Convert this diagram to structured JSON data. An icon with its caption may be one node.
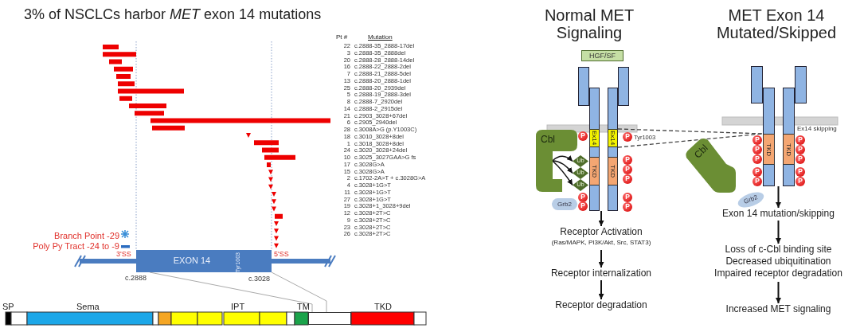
{
  "diagram": {
    "nodes": [
      {
        "text": [
          "HGF/SF"
        ]
      },
      {
        "text": [],
        "shape": "picture"
      },
      {
        "text": [
          "Ex14"
        ],
        "in": 1
      },
      {
        "text": [
          "Ex14"
        ],
        "in": 1
      },
      {
        "text": [
          "TKD"
        ],
        "in": 1
      },
      {
        "text": [
          "TKD"
        ],
        "in": 1
      },
      {
        "text": [
          "Cbl"
        ]
      },
      {
        "text": [
          "Ub"
        ]
      },
      {
        "text": [
          "Ub"
        ]
      },
      {
        "text": [
          "Ub"
        ]
      },
      {
        "text": [
          "Grb2"
        ]
      },
      {
        "text": [
          "P"
        ],
        "in": 1
      },
      {
        "text": [
          "P"
        ],
        "in": 1
      },
      {
        "text": [
          "P"
        ],
        "in": 1
      },
      {
        "text": [
          "P"
        ]
      },
      {
        "text": [
          "P"
        ]
      },
      {
        "text": [
          "P"
        ]
      },
      {
        "text": [
          "P"
        ]
      },
      {
        "text": [
          "P"
        ]
      },
      {
        "text": [
          "P"
        ]
      },
      {
        "text": [
          "Receptor Activation",
          "(Ras/MAPK, PI3K/Akt, Src, STAT3)"
        ]
      },
      {
        "text": [
          "Receptor internalization"
        ]
      },
      {
        "text": [
          "Receptor degradation"
        ]
      },
      {
        "text": [],
        "shape": "picture"
      },
      {
        "text": [
          "TKD"
        ],
        "in": 23
      },
      {
        "text": [
          "TKD"
        ],
        "in": 23
      },
      {
        "text": [
          "Cbl"
        ]
      },
      {
        "text": [
          "Grb2"
        ]
      },
      {
        "text": [
          "P"
        ],
        "in": 23
      },
      {
        "text": [
          "P"
        ],
        "in": 23
      },
      {
        "text": [
          "P"
        ],
        "in": 23
      },
      {
        "text": [
          "P"
        ],
        "in": 23
      },
      {
        "text": [
          "P"
        ],
        "in": 23
      },
      {
        "text": [
          "P"
        ],
        "in": 23
      },
      {
        "text": [
          "P"
        ],
        "in": 23
      },
      {
        "text": [
          "P"
        ],
        "in": 23
      },
      {
        "text": [
          "P"
        ],
        "in": 23
      },
      {
        "text": [
          "P"
        ],
        "in": 23
      },
      {
        "text": [
          "Exon 14 mutation/skipping"
        ]
      },
      {
        "text": [
          "Loss of c-Cbl binding site",
          "Decreased ubiquitination",
          "Impaired receptor degradation"
        ]
      },
      {
        "text": [
          "Increased MET signaling"
        ]
      },
      {
        "text": [
          "EXON 14",
          "Tyr1003"
        ],
        "beside": [
          "3'SS",
          "5'SS",
          "c.2888",
          "c.3028"
        ]
      },
      {
        "text": [],
        "shape": "bar"
      }
    ],
    "edges": [
      {
        "from": 1,
        "to": 20,
        "arrow": "to"
      },
      {
        "from": 20,
        "to": 21,
        "arrow": "to"
      },
      {
        "from": 21,
        "to": 22,
        "arrow": "to"
      },
      {
        "from": 23,
        "to": 38,
        "arrow": "to"
      },
      {
        "from": 38,
        "to": 39,
        "arrow": "to"
      },
      {
        "from": 39,
        "to": 40,
        "arrow": "to"
      },
      {
        "from": 6,
        "to": 7,
        "arrow": "to"
      },
      {
        "from": 6,
        "to": 8,
        "arrow": "to"
      },
      {
        "from": 6,
        "to": 9,
        "arrow": "to"
      },
      {
        "from": 3,
        "to": 24,
        "arrow": "none",
        "style": "dashed"
      },
      {
        "from": 3,
        "to": 24,
        "arrow": "none",
        "style": "dashed"
      },
      {
        "from": 41,
        "to": 42,
        "arrow": "none",
        "color": "#aaaaaa"
      },
      {
        "from": 41,
        "to": 42,
        "arrow": "none",
        "color": "#aaaaaa"
      }
    ],
    "labels": [
      "3% of NSCLCs harbor *MET* exon 14 mutations",
      "Normal MET Signaling",
      "MET Exon 14 Mutated/Skipped",
      "Pt #",
      "Mutation",
      "22",
      "c.2888-35_2888-17del",
      "3",
      "c.2888-35_2888del",
      "20",
      "c.2888-28_2888-14del",
      "16",
      "c.2888-22_2888-2del",
      "7",
      "c.2888-21_2888-5del",
      "13",
      "c.2888-20_2888-1del",
      "25",
      "c.2888-20_2939del",
      "5",
      "c.2888-19_2888-3del",
      "8",
      "c.2888-7_2920del",
      "14",
      "c.2888-2_2915del",
      "21",
      "c.2903_3028+67del",
      "6",
      "c.2905_2940del",
      "28",
      "c.3008A>G (p.Y1003C)",
      "18",
      "c.3010_3028+8del",
      "1",
      "c.3018_3028+8del",
      "24",
      "c.3020_3028+24del",
      "10",
      "c.3025_3027GAA>G fs",
      "17",
      "c.3028G>A",
      "15",
      "c.3028G>A",
      "2",
      "c.1702-2A>T + c.3028G>A",
      "4",
      "c.3028+1G>T",
      "11",
      "c.3028+1G>T",
      "27",
      "c.3028+1G>T",
      "19",
      "c.3028+1_3028+9del",
      "12",
      "c.3028+2T>C",
      "9",
      "c.3028+2T>C",
      "23",
      "c.3028+2T>C",
      "26",
      "c.3028+2T>C",
      "Tyr1003",
      "Ex14 skipping",
      "Branch Point -29",
      "Poly Py Tract -24 to -9",
      "SP",
      "Sema",
      "IPT",
      "TM",
      "TKD"
    ]
  }
}
